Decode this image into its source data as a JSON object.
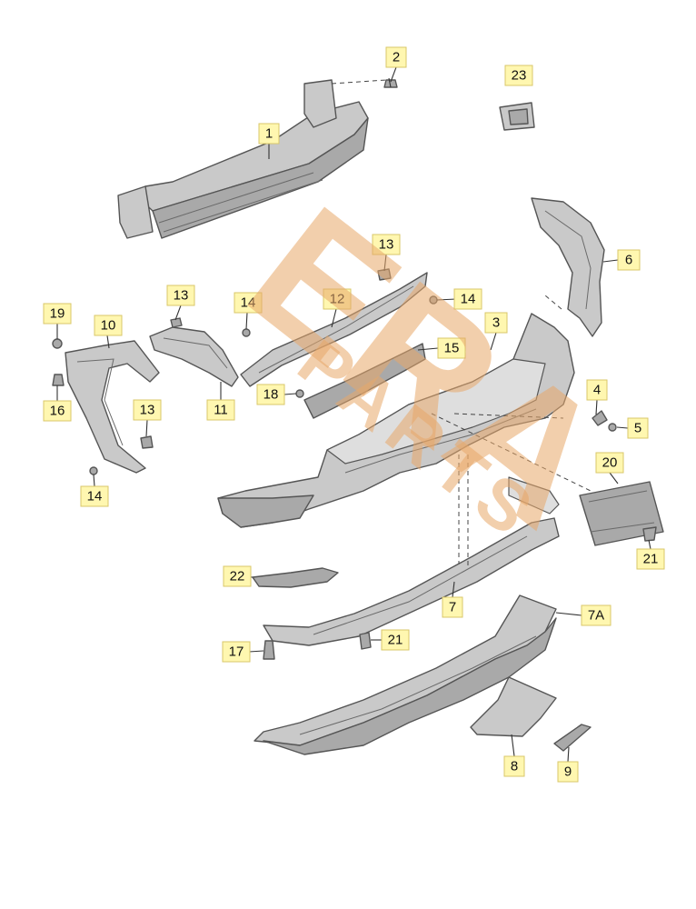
{
  "diagram": {
    "callouts": [
      {
        "id": "c-1",
        "label": "1"
      },
      {
        "id": "c-2",
        "label": "2"
      },
      {
        "id": "c-23",
        "label": "23"
      },
      {
        "id": "c-6",
        "label": "6"
      },
      {
        "id": "c-13a",
        "label": "13"
      },
      {
        "id": "c-14a",
        "label": "14"
      },
      {
        "id": "c-12",
        "label": "12"
      },
      {
        "id": "c-13b",
        "label": "13"
      },
      {
        "id": "c-14b",
        "label": "14"
      },
      {
        "id": "c-19",
        "label": "19"
      },
      {
        "id": "c-10",
        "label": "10"
      },
      {
        "id": "c-3",
        "label": "3"
      },
      {
        "id": "c-15",
        "label": "15"
      },
      {
        "id": "c-18",
        "label": "18"
      },
      {
        "id": "c-11",
        "label": "11"
      },
      {
        "id": "c-16",
        "label": "16"
      },
      {
        "id": "c-13c",
        "label": "13"
      },
      {
        "id": "c-4",
        "label": "4"
      },
      {
        "id": "c-5",
        "label": "5"
      },
      {
        "id": "c-14c",
        "label": "14"
      },
      {
        "id": "c-20",
        "label": "20"
      },
      {
        "id": "c-21a",
        "label": "21"
      },
      {
        "id": "c-22",
        "label": "22"
      },
      {
        "id": "c-7",
        "label": "7"
      },
      {
        "id": "c-7a",
        "label": "7A"
      },
      {
        "id": "c-17",
        "label": "17"
      },
      {
        "id": "c-21b",
        "label": "21"
      },
      {
        "id": "c-8",
        "label": "8"
      },
      {
        "id": "c-9",
        "label": "9"
      }
    ]
  },
  "watermark": {
    "logo_text": "ERA",
    "sub_text": "PARTS"
  }
}
